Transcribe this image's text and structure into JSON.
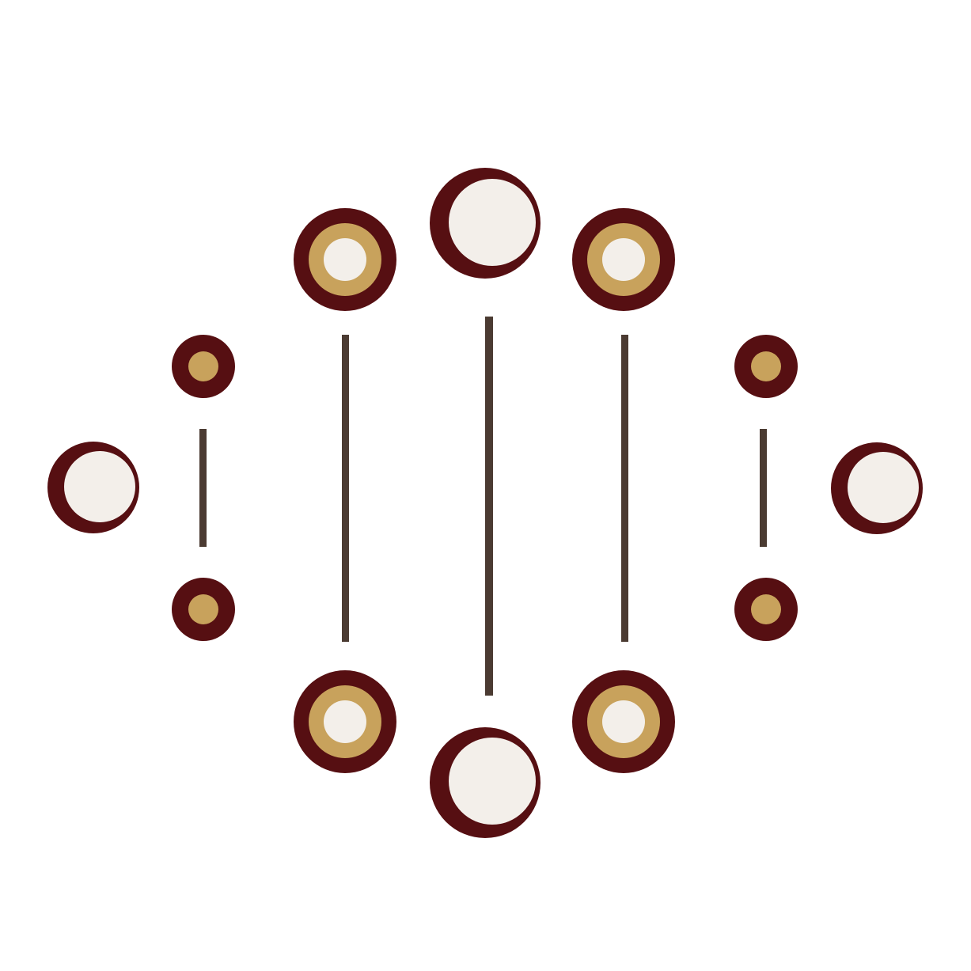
{
  "colors": {
    "background": "#ffffff",
    "maroon": "#560f12",
    "gold": "#c8a25c",
    "cream": "#f3efea",
    "rung": "#4b3b32"
  },
  "motif": {
    "outer_nodes": {
      "count": 4,
      "style": "crescent-moon",
      "icon": "crescent-circle-icon"
    },
    "ringed_nodes": {
      "count": 4,
      "style": "maroon-gold-cream-rings",
      "icon": "ring-circle-icon"
    },
    "small_nodes": {
      "count": 4,
      "style": "maroon-gold-dot",
      "icon": "dot-circle-icon"
    },
    "rungs": {
      "count": 5
    }
  }
}
